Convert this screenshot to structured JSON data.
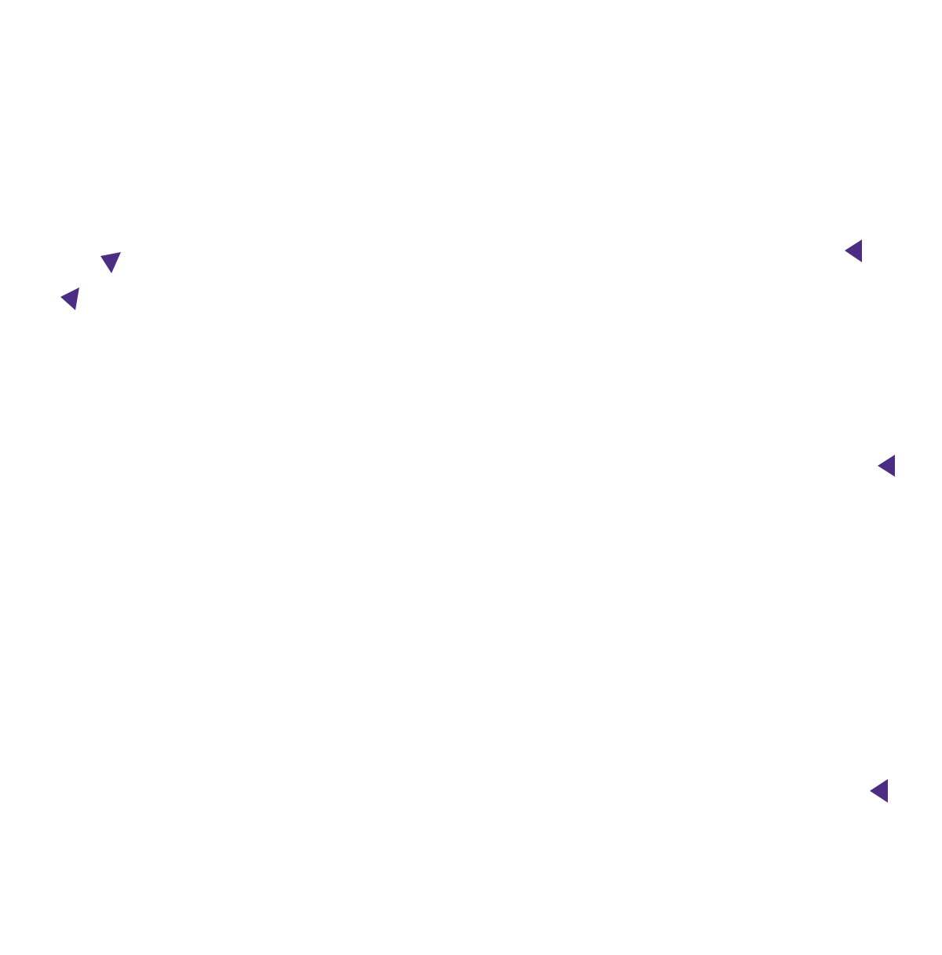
{
  "background_color": "#ffffff",
  "marker_color": "#4b2e83",
  "markers": [
    {
      "name": "triangle-marker-1",
      "icon": "triangle-down-icon"
    },
    {
      "name": "triangle-marker-2",
      "icon": "triangle-left-icon"
    },
    {
      "name": "triangle-marker-3",
      "icon": "triangle-left-icon"
    },
    {
      "name": "triangle-marker-4",
      "icon": "triangle-left-icon"
    },
    {
      "name": "triangle-marker-5",
      "icon": "triangle-left-icon"
    }
  ]
}
